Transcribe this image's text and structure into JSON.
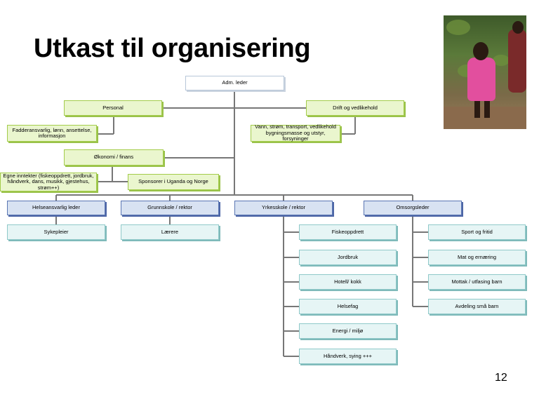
{
  "slide": {
    "title": "Utkast til organisering",
    "number": "12"
  },
  "org": {
    "root": "Adm. leder",
    "personal": "Personal",
    "personal_detail": "Fadderansvarlig, lønn, ansettelse, informasjon",
    "drift": "Drift og vedlikehold",
    "drift_detail": "Vann, strøm, transport, vedlikehold bygningsmasse og utstyr, forsyninger",
    "okonomi": "Økonomi / finans",
    "egne_inntekter": "Egne inntekter (fiskeoppdrett, jordbruk, håndverk, dans, musikk, gjestehus, strøm++)",
    "sponsorer": "Sponsorer i Uganda og Norge",
    "departments": {
      "helse": "Helseansvarlig leder",
      "grunnskole": "Grunnskole / rektor",
      "yrkesskole": "Yrkesskole / rektor",
      "omsorg": "Omsorgsleder"
    },
    "helse_children": [
      "Sykepleier"
    ],
    "grunnskole_children": [
      "Lærere"
    ],
    "yrkesskole_children": [
      "Fiskeoppdrett",
      "Jordbruk",
      "Hotell/ kokk",
      "Helsefag",
      "Energi / miljø",
      "Håndverk, sying +++"
    ],
    "omsorg_children": [
      "Sport og fritid",
      "Mat og ernæring",
      "Mottak / utfasing barn",
      "Avdeling små barn"
    ]
  },
  "colors": {
    "line": "#777777",
    "green_fill": "#eaf6ce",
    "blue_fill": "#d8e2f2",
    "teal_fill": "#e6f5f5"
  }
}
